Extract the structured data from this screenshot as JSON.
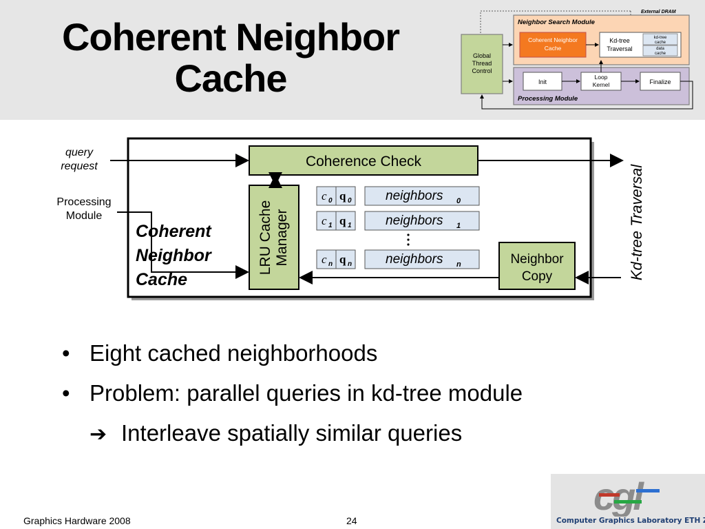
{
  "slide": {
    "title_line1": "Coherent Neighbor",
    "title_line2": "Cache"
  },
  "overview_diagram": {
    "external_dram": "External DRAM",
    "neighbor_search_module": "Neighbor Search Module",
    "global_thread_control": [
      "Global",
      "Thread",
      "Control"
    ],
    "coherent_neighbor_cache": [
      "Coherent Neighbor",
      "Cache"
    ],
    "kd_tree_traversal": [
      "Kd-tree",
      "Traversal"
    ],
    "kd_tree_cache": [
      "kd-tree",
      "cache"
    ],
    "data_cache": [
      "data",
      "cache"
    ],
    "init": "Init",
    "loop_kernel": [
      "Loop",
      "Kernel"
    ],
    "finalize": "Finalize",
    "processing_module": "Processing Module"
  },
  "cache_diagram": {
    "query_request": [
      "query",
      "request"
    ],
    "processing_module": [
      "Processing",
      "Module"
    ],
    "coherence_check": "Coherence Check",
    "lru_cache_manager": [
      "LRU Cache",
      "Manager"
    ],
    "cache_title": [
      "Coherent",
      "Neighbor",
      "Cache"
    ],
    "kd_tree_traversal": "Kd-tree Traversal",
    "neighbor_copy": [
      "Neighbor",
      "Copy"
    ],
    "rows": [
      {
        "c": "c",
        "q": "q",
        "sub": "0",
        "neighbors": "neighbors"
      },
      {
        "c": "c",
        "q": "q",
        "sub": "1",
        "neighbors": "neighbors"
      },
      {
        "c": "c",
        "q": "q",
        "sub": "n",
        "neighbors": "neighbors"
      }
    ]
  },
  "bullets": [
    "Eight cached neighborhoods",
    "Problem: parallel queries in kd-tree module"
  ],
  "sub_bullet": "Interleave spatially similar queries",
  "footer": {
    "conference": "Graphics Hardware 2008",
    "page": "24"
  },
  "logo": {
    "text": "cgl",
    "caption": "Computer Graphics Laboratory ETH Zurich"
  },
  "colors": {
    "header_band": "#e6e6e6",
    "green_box": "#c3d69b",
    "orange_module": "#fcd5b4",
    "orange_cache": "#f47920",
    "purple_module": "#ccc0da",
    "cell_blue": "#dce6f2",
    "logo_navy": "#1f3f73"
  }
}
